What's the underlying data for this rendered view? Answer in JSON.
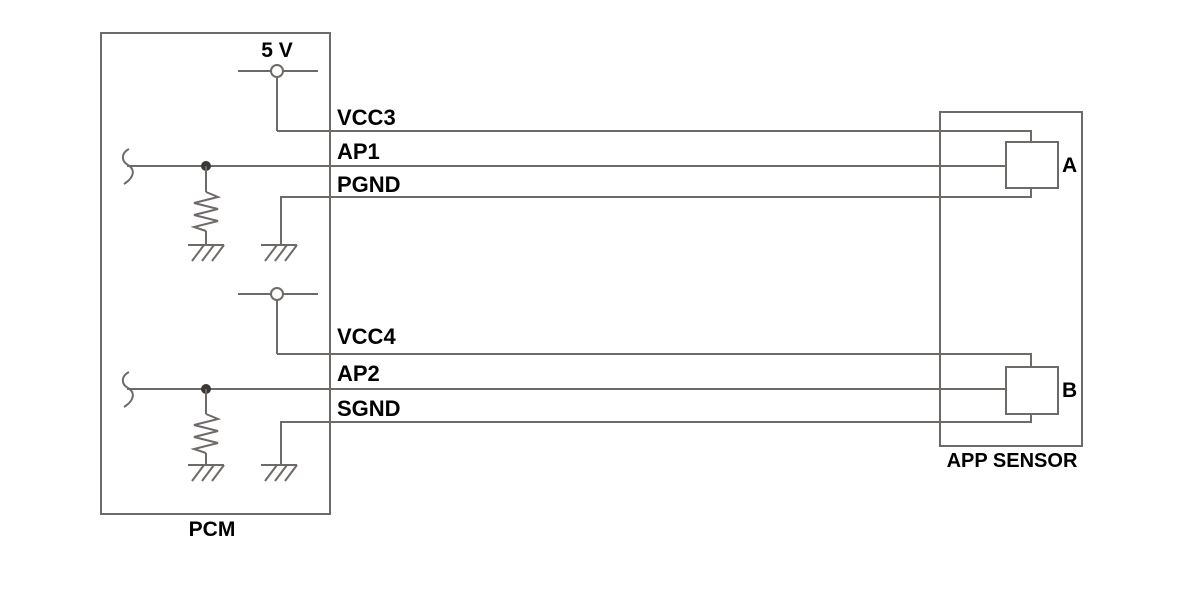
{
  "diagram": {
    "pcm": {
      "label": "PCM"
    },
    "supply": {
      "voltage_label": "5 V"
    },
    "pins": {
      "vcc3": "VCC3",
      "ap1": "AP1",
      "pgnd": "PGND",
      "vcc4": "VCC4",
      "ap2": "AP2",
      "sgnd": "SGND"
    },
    "sensor": {
      "label": "APP SENSOR",
      "connectors": {
        "a": "A",
        "b": "B"
      }
    },
    "colors": {
      "line": "#6e6a68",
      "text": "#000000",
      "background": "#ffffff"
    }
  }
}
